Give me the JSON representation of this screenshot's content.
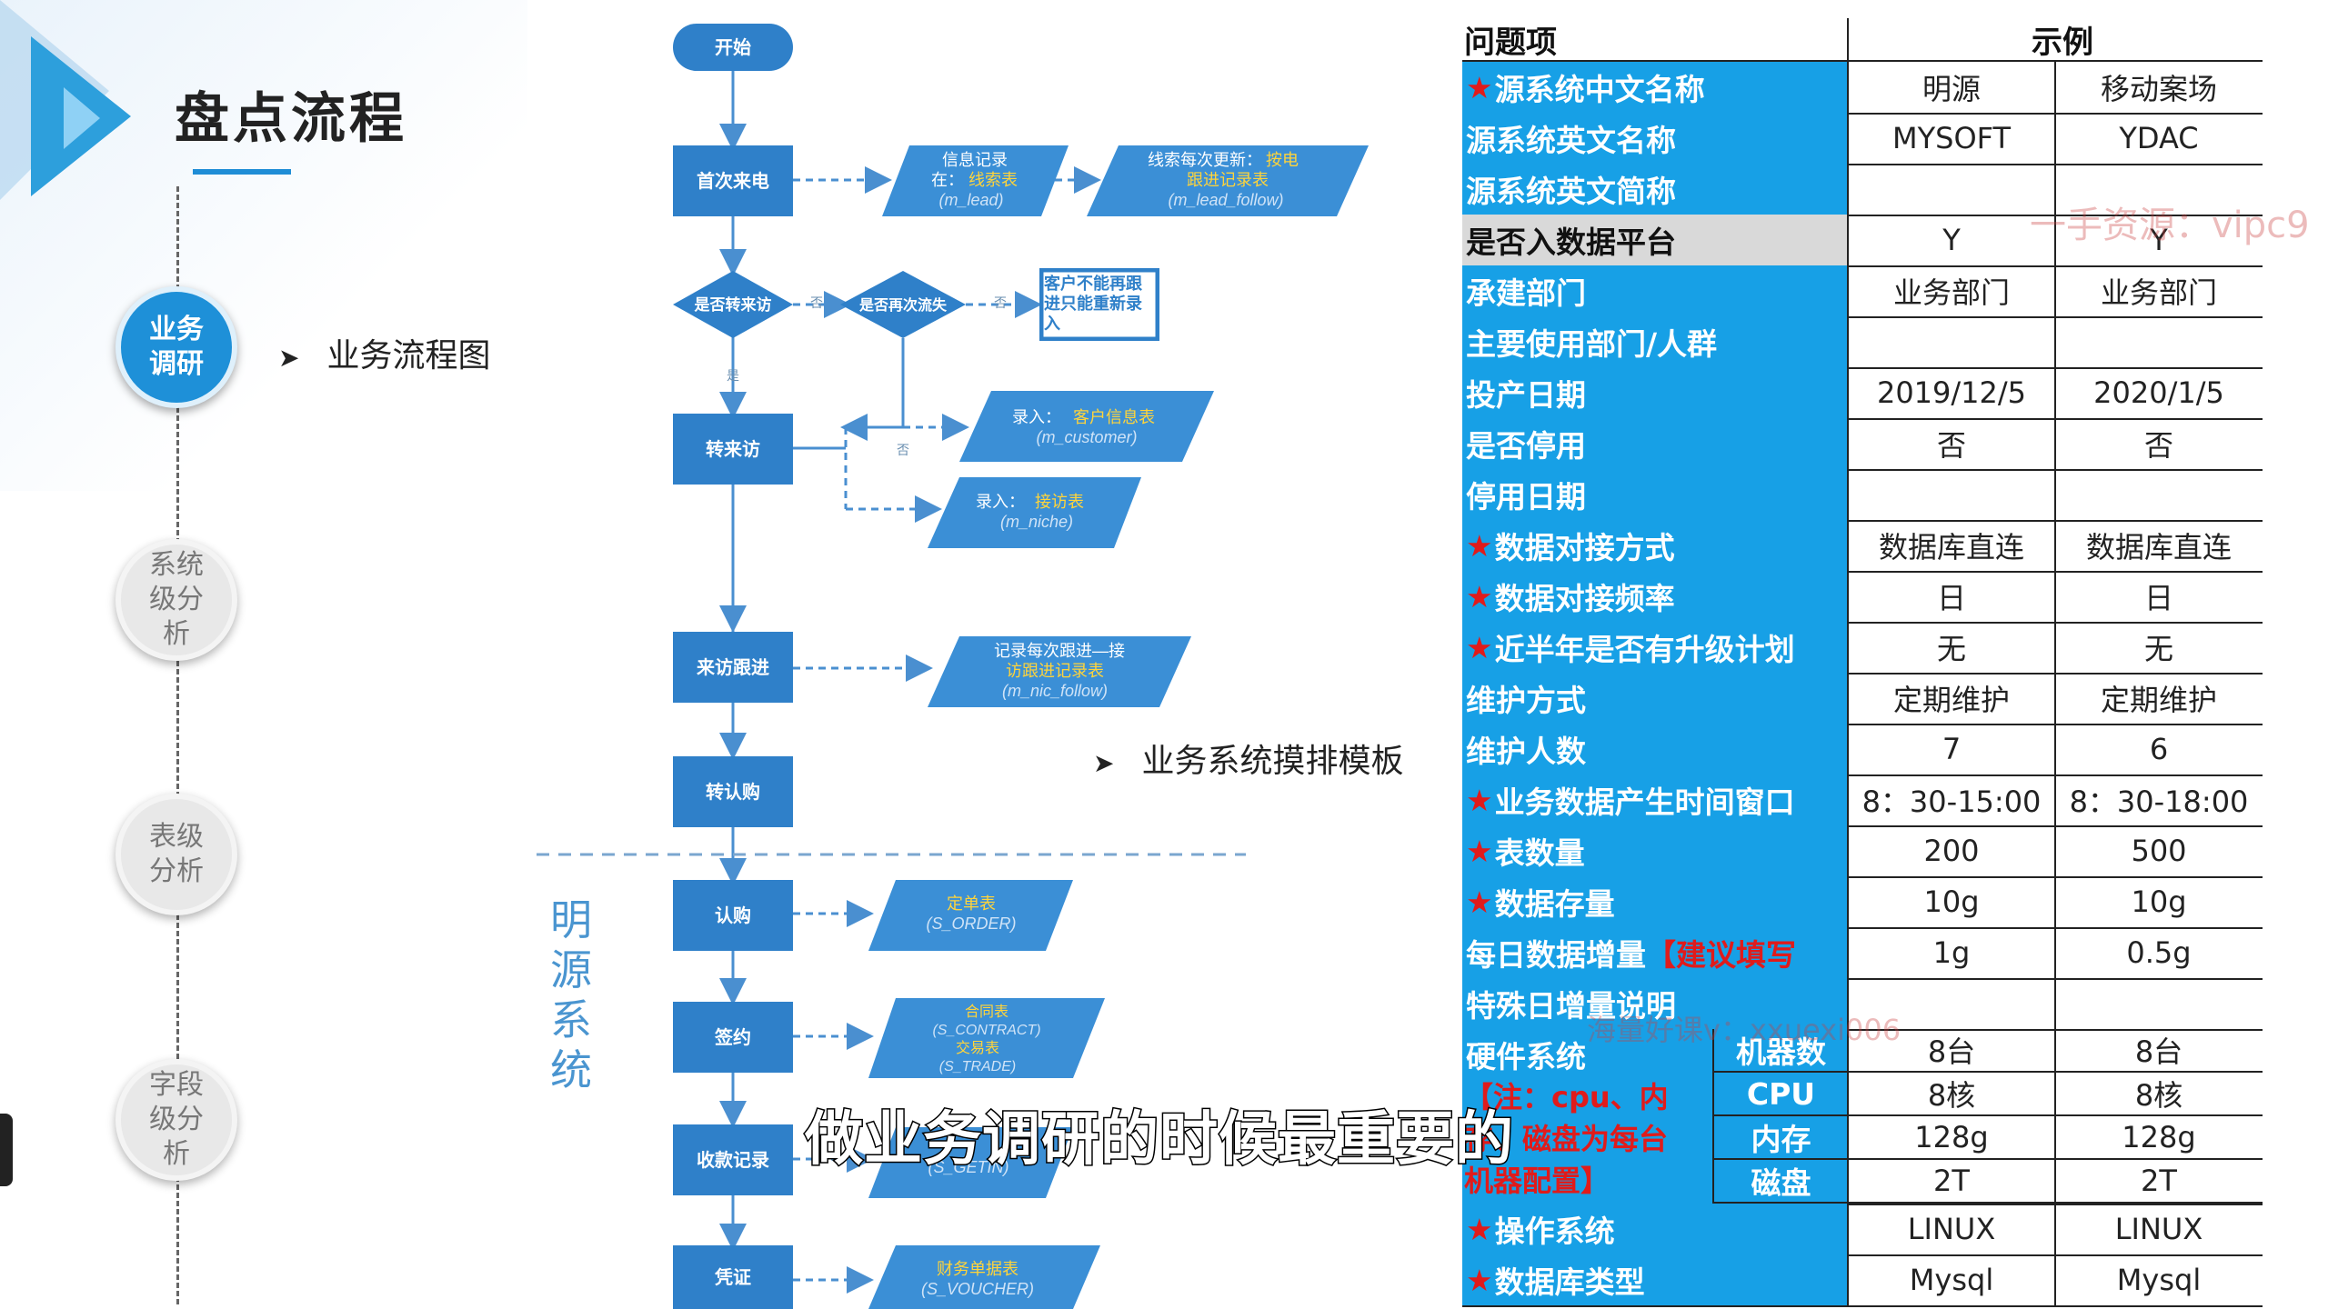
{
  "page": {
    "title": "盘点流程"
  },
  "nav": {
    "items": [
      {
        "label": "业务调研",
        "active": true
      },
      {
        "label": "系统级分析",
        "active": false
      },
      {
        "label": "表级分析",
        "active": false
      },
      {
        "label": "字段级分析",
        "active": false
      }
    ],
    "sub_items": [
      "业务流程图",
      "业务系统摸排模板"
    ]
  },
  "flowchart": {
    "side_label": "明源系统",
    "nodes": {
      "start": "开始",
      "first_call": "首次来电",
      "is_visit": "是否转来访",
      "is_lost": "是否再次流失",
      "cannot_follow": [
        "客户不能再跟",
        "进只能重新录",
        "入"
      ],
      "to_visit": "转来访",
      "visit_follow": "来访跟进",
      "to_subscribe": "转认购",
      "subscribe": "认购",
      "sign": "签约",
      "payment": "收款记录",
      "voucher": "凭证"
    },
    "data_boxes": {
      "info_record": [
        "信息记录",
        "在：",
        "线索表",
        "(m_lead)"
      ],
      "lead_follow": [
        "线索每次更新：",
        "按电",
        "跟进记录表",
        "(m_lead_follow)"
      ],
      "customer": [
        "录入：",
        "客户信息表",
        "(m_customer)"
      ],
      "niche": [
        "录入：",
        "接访表",
        "(m_niche)"
      ],
      "follow_record": [
        "记录每次跟进—接",
        "访跟进记录表",
        "(m_nic_follow)"
      ],
      "order": [
        "定单表",
        "(S_ORDER)"
      ],
      "contract": [
        "合同表",
        "(S_CONTRACT)",
        "交易表",
        "(S_TRADE)"
      ],
      "getin": [
        "(S_GETIN)"
      ],
      "finance": [
        "财务单据表",
        "(S_VOUCHER)"
      ]
    },
    "edge_labels": {
      "no": "否",
      "yes": "是"
    }
  },
  "table": {
    "headers": {
      "question": "问题项",
      "example": "示例"
    },
    "rows": [
      {
        "star": true,
        "label": "源系统中文名称",
        "v1": "明源",
        "v2": "移动案场"
      },
      {
        "star": false,
        "label": "源系统英文名称",
        "v1": "MYSOFT",
        "v2": "YDAC"
      },
      {
        "star": false,
        "label": "源系统英文简称",
        "v1": "",
        "v2": ""
      },
      {
        "star": false,
        "label": "是否入数据平台",
        "v1": "Y",
        "v2": "Y",
        "gray": true
      },
      {
        "star": false,
        "label": "承建部门",
        "v1": "业务部门",
        "v2": "业务部门"
      },
      {
        "star": false,
        "label": "主要使用部门/人群",
        "v1": "",
        "v2": ""
      },
      {
        "star": false,
        "label": "投产日期",
        "v1": "2019/12/5",
        "v2": "2020/1/5"
      },
      {
        "star": false,
        "label": "是否停用",
        "v1": "否",
        "v2": "否"
      },
      {
        "star": false,
        "label": "停用日期",
        "v1": "",
        "v2": ""
      },
      {
        "star": true,
        "label": "数据对接方式",
        "v1": "数据库直连",
        "v2": "数据库直连"
      },
      {
        "star": true,
        "label": "数据对接频率",
        "v1": "日",
        "v2": "日"
      },
      {
        "star": true,
        "label": "近半年是否有升级计划",
        "v1": "无",
        "v2": "无"
      },
      {
        "star": false,
        "label": "维护方式",
        "v1": "定期维护",
        "v2": "定期维护"
      },
      {
        "star": false,
        "label": "维护人数",
        "v1": "7",
        "v2": "6"
      },
      {
        "star": true,
        "label": "业务数据产生时间窗口",
        "v1": "8：30-15:00",
        "v2": "8：30-18:00"
      },
      {
        "star": true,
        "label": "表数量",
        "v1": "200",
        "v2": "500"
      },
      {
        "star": true,
        "label": "数据存量",
        "v1": "10g",
        "v2": "10g"
      },
      {
        "star": false,
        "label": "每日数据增量",
        "note": "【建议填写",
        "v1": "1g",
        "v2": "0.5g"
      },
      {
        "star": false,
        "label": "特殊日增量说明",
        "v1": "",
        "v2": ""
      }
    ],
    "hardware": {
      "label": "硬件系统",
      "note": "【注：cpu、内存、磁盘为每台机器配置】",
      "note_lines": [
        "【注：cpu、内",
        "存、磁盘为每台",
        "机器配置】"
      ],
      "items": [
        {
          "label": "机器数",
          "v1": "8台",
          "v2": "8台"
        },
        {
          "label": "CPU",
          "v1": "8核",
          "v2": "8核"
        },
        {
          "label": "内存",
          "v1": "128g",
          "v2": "128g"
        },
        {
          "label": "磁盘",
          "v1": "2T",
          "v2": "2T"
        }
      ]
    },
    "tail_rows": [
      {
        "star": true,
        "label": "操作系统",
        "v1": "LINUX",
        "v2": "LINUX"
      },
      {
        "star": true,
        "label": "数据库类型",
        "v1": "Mysql",
        "v2": "Mysql"
      }
    ]
  },
  "overlay": {
    "watermark_top": "一手资源：vipc9",
    "watermark_mid": "海量好课v：xxuexi006",
    "subtitle": "做业务调研的时候最重要的"
  },
  "colors": {
    "accent": "#1e90d8",
    "table_blue": "#17a0e6",
    "star_red": "#e01b1b",
    "flow_blue": "#2f80c9"
  }
}
